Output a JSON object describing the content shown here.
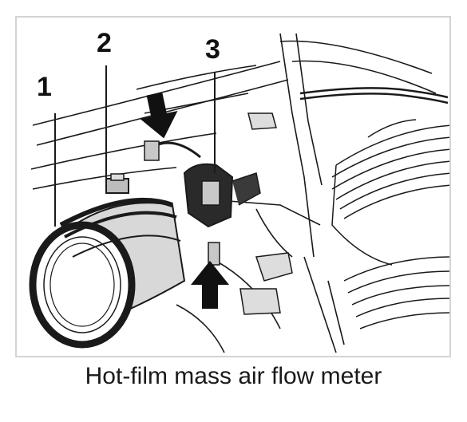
{
  "figure": {
    "callouts": {
      "one": "1",
      "two": "2",
      "three": "3"
    },
    "caption": "Hot-film mass air flow meter"
  },
  "colors": {
    "line": "#1a1a1a",
    "gray_fill": "#c8c8c8",
    "dark_fill": "#2a2a2a",
    "border": "#d4d4d4"
  }
}
